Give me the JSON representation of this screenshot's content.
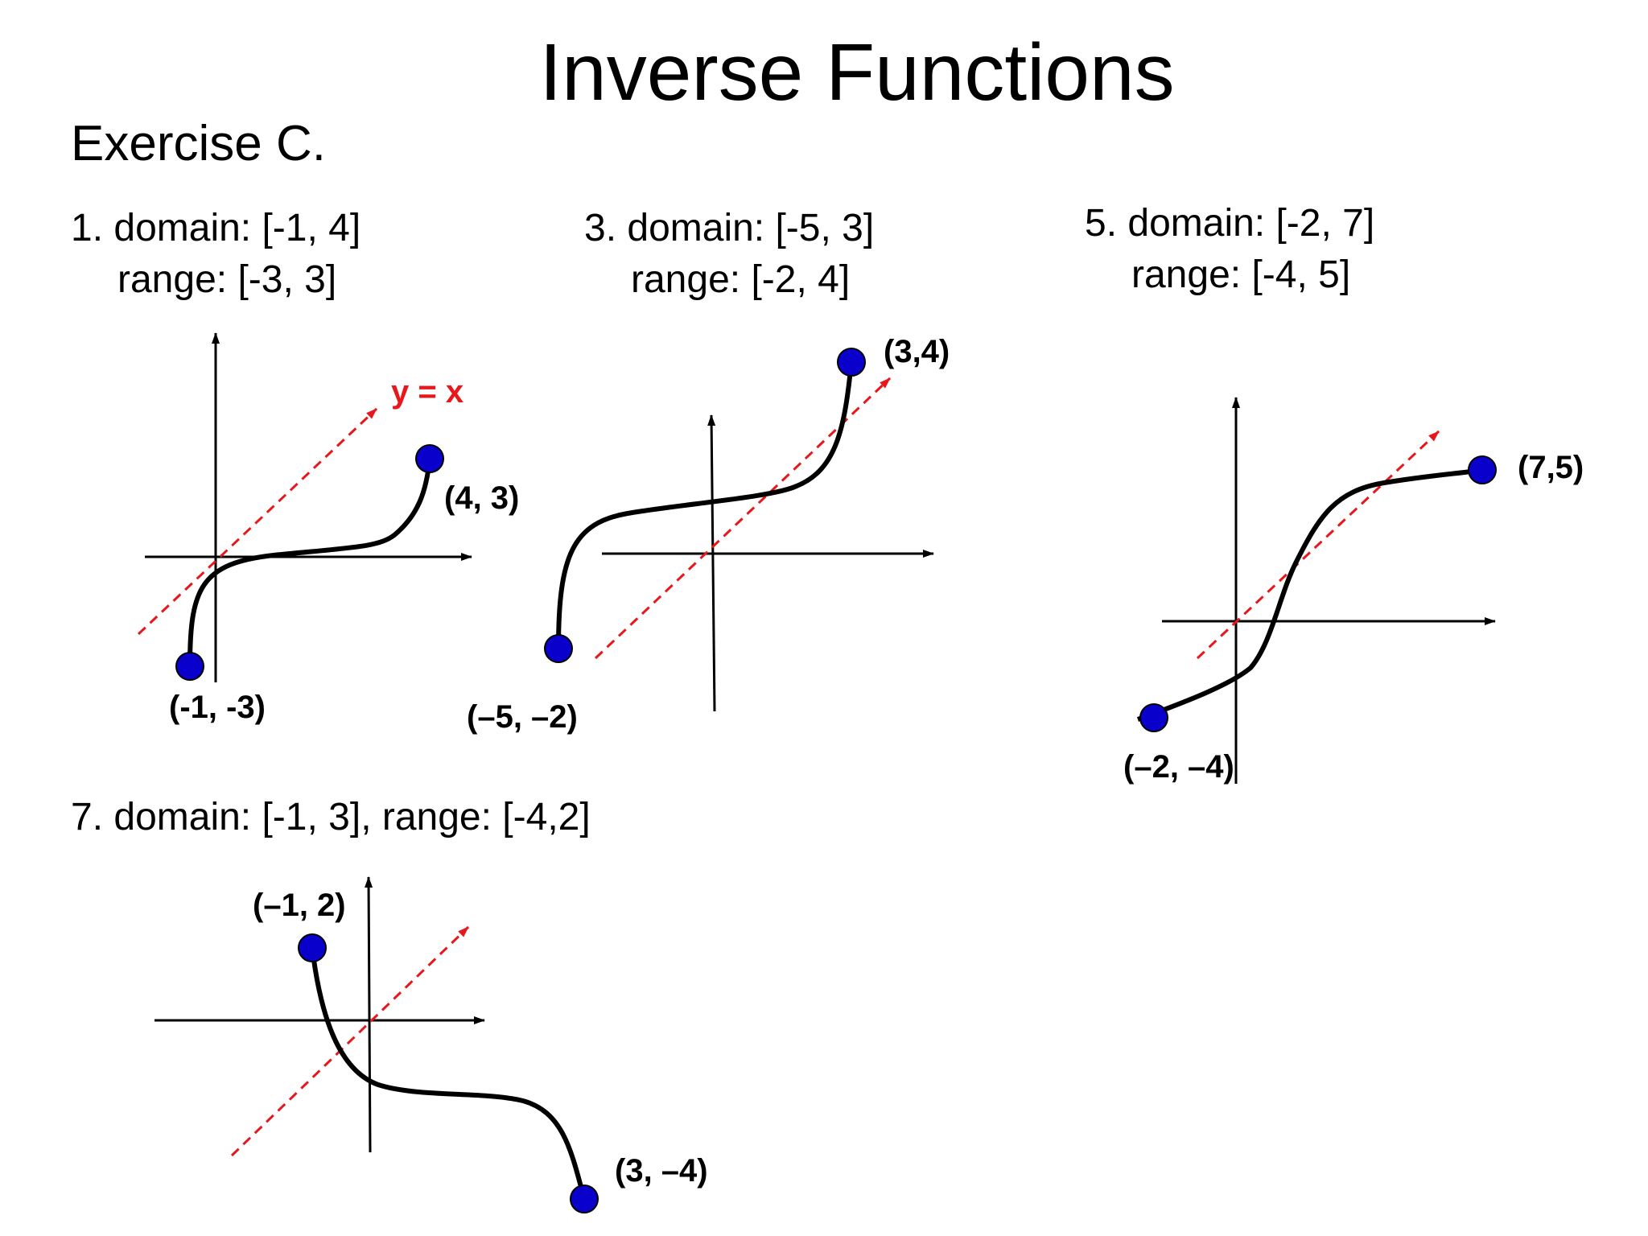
{
  "title": "Inverse Functions",
  "subtitle": "Exercise C.",
  "problems": [
    {
      "line1": "1. domain: [-1, 4]",
      "line2": "range: [-3, 3]"
    },
    {
      "line1": "3. domain: [-5, 3]",
      "line2": "range: [-2, 4]"
    },
    {
      "line1": "5. domain: [-2, 7]",
      "line2": "range: [-4, 5]"
    },
    {
      "line1": "7. domain: [-1, 3], range: [-4,2]"
    }
  ],
  "graphs": [
    {
      "start_point": {
        "label": "(-1, -3)",
        "x": -1,
        "y": -3
      },
      "end_point": {
        "label": "(4, 3)",
        "x": 4,
        "y": 3
      },
      "reference_line": {
        "label": "y = x"
      }
    },
    {
      "start_point": {
        "label": "(–5, –2)",
        "x": -5,
        "y": -2
      },
      "end_point": {
        "label": "(3,4)",
        "x": 3,
        "y": 4
      }
    },
    {
      "start_point": {
        "label": "(–2, –4)",
        "x": -2,
        "y": -4
      },
      "end_point": {
        "label": "(7,5)",
        "x": 7,
        "y": 5
      }
    },
    {
      "start_point": {
        "label": "(–1, 2)",
        "x": -1,
        "y": 2
      },
      "end_point": {
        "label": "(3, –4)",
        "x": 3,
        "y": -4
      }
    }
  ],
  "colors": {
    "curve": "#000000",
    "point_fill": "#0a00cc",
    "point_stroke": "#000000",
    "reference_line": "#e8171b"
  }
}
